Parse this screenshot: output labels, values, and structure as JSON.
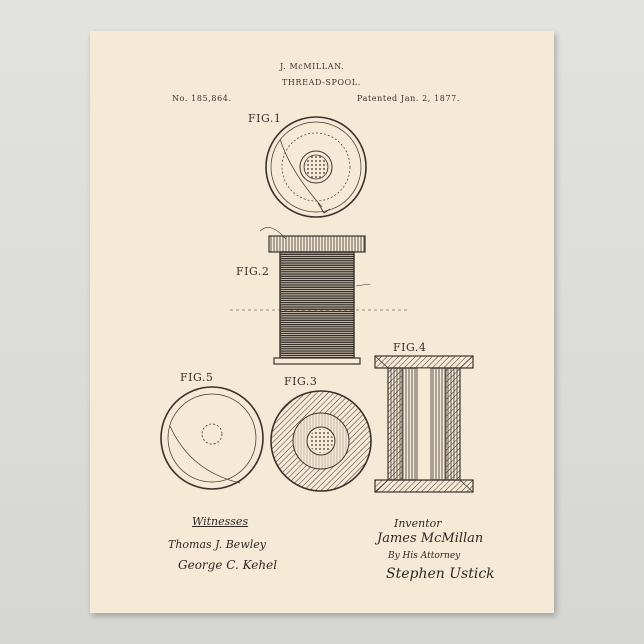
{
  "header": {
    "inventor_name": "J. McMILLAN.",
    "title": "THREAD-SPOOL.",
    "patent_no": "No. 185,864.",
    "patent_date": "Patented Jan. 2, 1877."
  },
  "figures": {
    "fig1": "FIG.1",
    "fig2": "FIG.2",
    "fig3": "FIG.3",
    "fig4": "FIG.4",
    "fig5": "FIG.5"
  },
  "signatures": {
    "witnesses_label": "Witnesses",
    "witness_1": "Thomas J. Bewley",
    "witness_2": "George C. Kehel",
    "inventor_label": "Inventor",
    "inventor_signature": "James McMillan",
    "attorney_line": "By His Attorney",
    "attorney_signature": "Stephen Ustick"
  },
  "colors": {
    "paper": "#f6ead7",
    "ink": "#3a332c",
    "wall": "#dcdcd8"
  }
}
